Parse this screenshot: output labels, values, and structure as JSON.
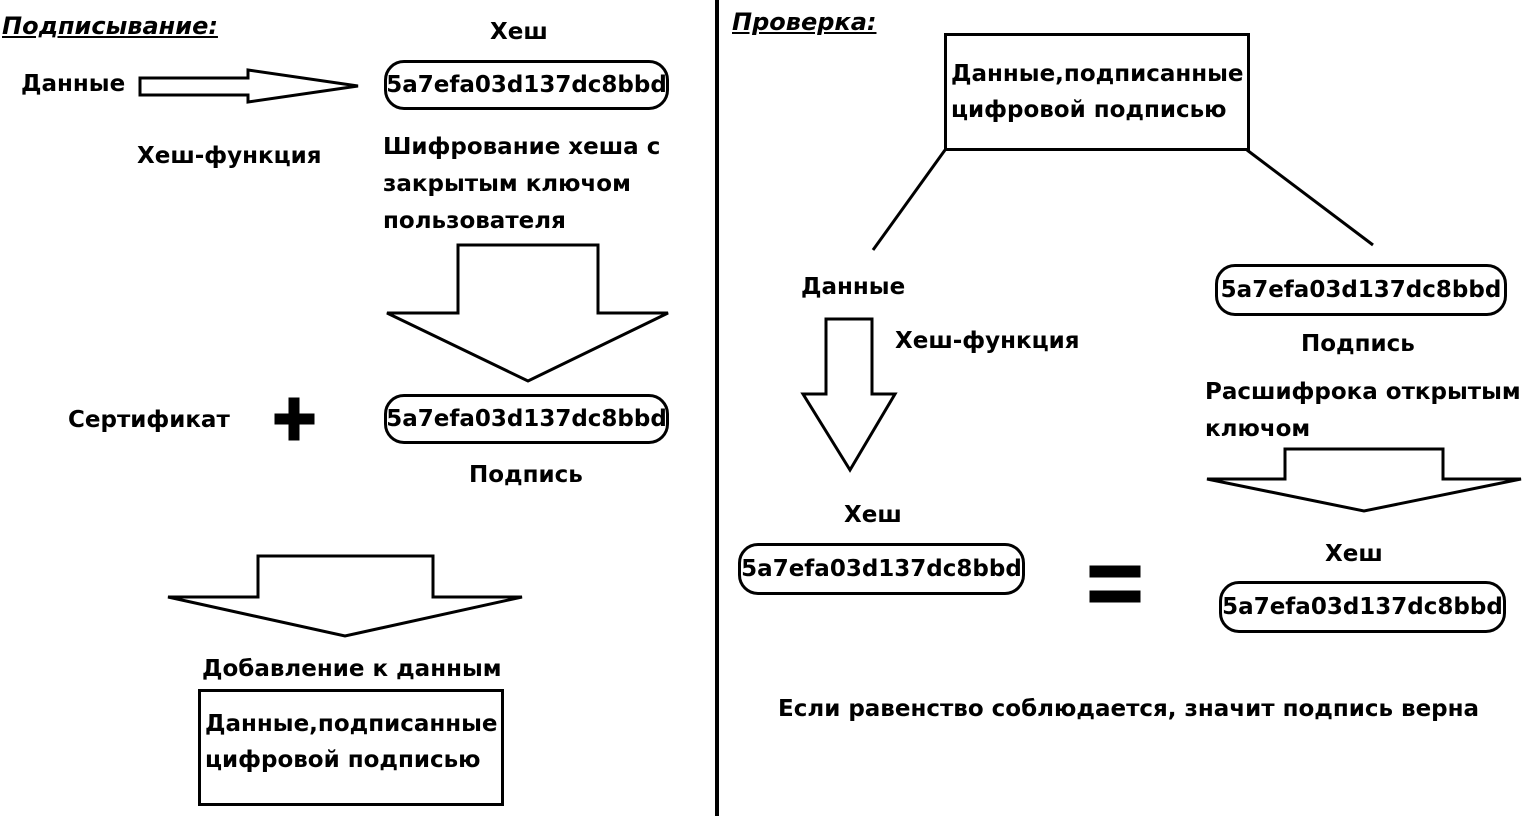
{
  "left": {
    "title": "Подписывание:",
    "data_label": "Данные",
    "hash_label": "Хеш",
    "hash_value": "5a7efa03d137dc8bbd",
    "hash_function": "Хеш-функция",
    "encrypt_text": "Шифрование хеша с закрытым ключом пользователя",
    "certificate": "Сертификат",
    "plus": "+",
    "signature_value": "5a7efa03d137dc8bbd",
    "signature_label": "Подпись",
    "append_label": "Добавление к данным",
    "signed_data": "Данные,подписанные цифровой подписью"
  },
  "right": {
    "title": "Проверка:",
    "signed_data": "Данные,подписанные цифровой подписью",
    "data_label": "Данные",
    "hash_function": "Хеш-функция",
    "hash_label": "Хеш",
    "computed_hash": "5a7efa03d137dc8bbd",
    "equals": "=",
    "signature_value": "5a7efa03d137dc8bbd",
    "signature_label": "Подпись",
    "decrypt_text": "Расшифрока открытым ключом",
    "decrypted_hash_label": "Хеш",
    "decrypted_hash": "5a7efa03d137dc8bbd",
    "conclusion": "Если равенство соблюдается, значит подпись верна"
  }
}
